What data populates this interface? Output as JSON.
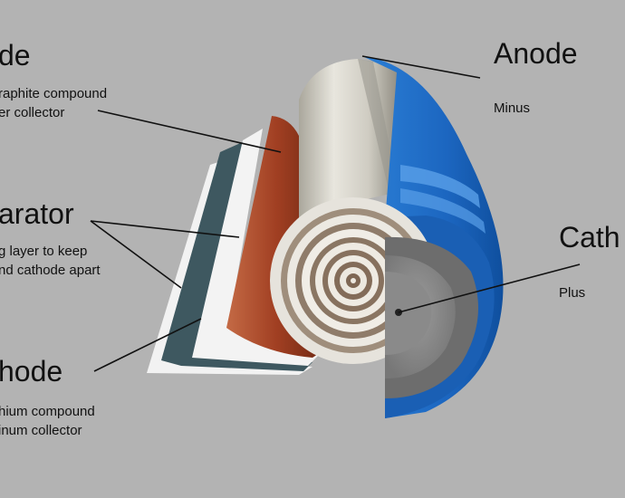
{
  "diagram": {
    "colors": {
      "background": "#b3b3b3",
      "anode_casing": "#1f6fc9",
      "copper_foil": "#a6472a",
      "separator": "#f0f0f0",
      "cathode_sheet": "#3e5860",
      "metal": "#c9c6bd"
    },
    "labels": {
      "top_left_title": "de",
      "top_left_line1": "raphite compound",
      "top_left_line2": "er collector",
      "separator_title": "arator",
      "separator_line1": "g layer to keep",
      "separator_line2": "nd cathode apart",
      "bottom_left_title": "hode",
      "bottom_left_line1": "hium compound",
      "bottom_left_line2": "inum collector",
      "anode_title": "Anode",
      "anode_sub": "Minus",
      "cathode_title": "Cath",
      "cathode_sub": "Plus"
    }
  }
}
